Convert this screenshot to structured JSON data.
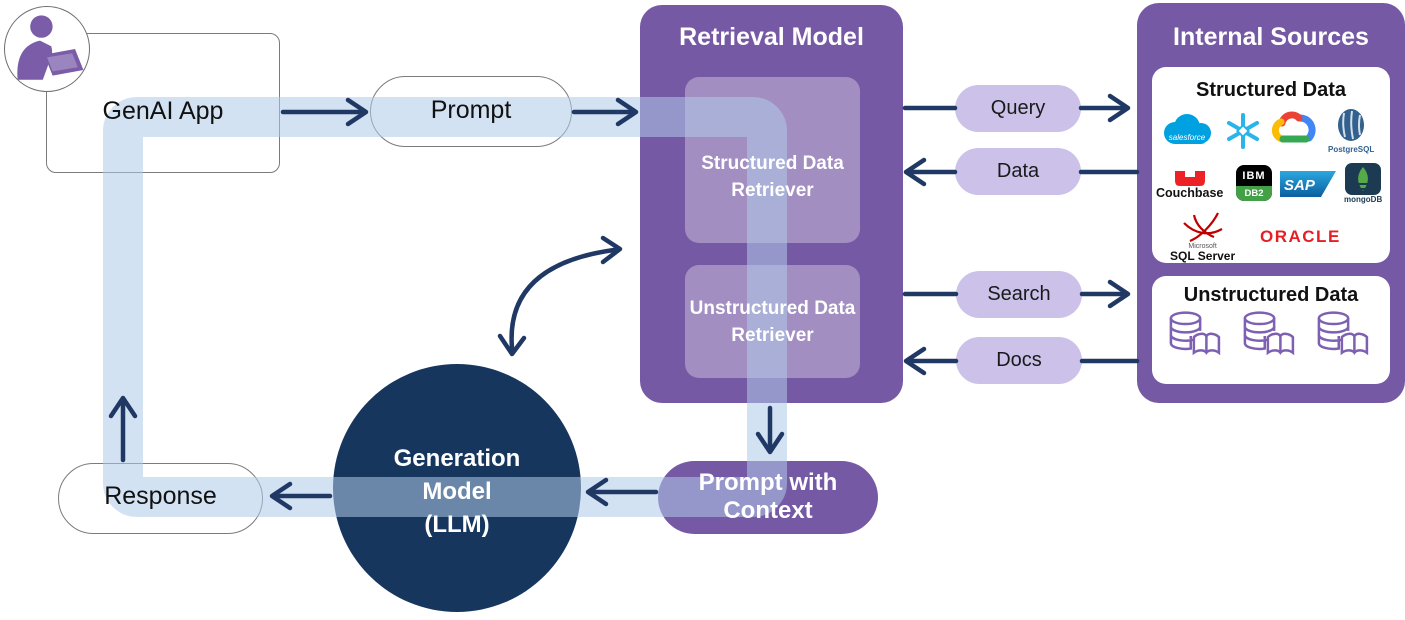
{
  "nodes": {
    "genai_app": {
      "label": "GenAI App"
    },
    "prompt": {
      "label": "Prompt"
    },
    "retrieval_model": {
      "title": "Retrieval Model",
      "structured_retriever": "Structured Data Retriever",
      "unstructured_retriever": "Unstructured Data Retriever"
    },
    "internal_sources": {
      "title": "Internal Sources",
      "structured": {
        "title": "Structured Data",
        "logos": [
          {
            "name": "Salesforce",
            "text": "salesforce"
          },
          {
            "name": "Snowflake"
          },
          {
            "name": "Google Cloud"
          },
          {
            "name": "PostgreSQL",
            "label": "PostgreSQL"
          },
          {
            "name": "Couchbase",
            "label": "Couchbase"
          },
          {
            "name": "IBM DB2",
            "text_top": "IBM",
            "text_bottom": "DB2"
          },
          {
            "name": "SAP",
            "text": "SAP"
          },
          {
            "name": "MongoDB",
            "label": "mongoDB"
          },
          {
            "name": "Microsoft SQL Server",
            "text_top": "Microsoft",
            "text_bottom": "SQL Server"
          },
          {
            "name": "Oracle",
            "text": "ORACLE"
          }
        ]
      },
      "unstructured": {
        "title": "Unstructured Data"
      }
    },
    "generation_model": {
      "line1": "Generation",
      "line2": "Model",
      "line3": "(LLM)"
    },
    "prompt_with_context": {
      "label": "Prompt with Context"
    },
    "response": {
      "label": "Response"
    }
  },
  "connectors": {
    "query": "Query",
    "data": "Data",
    "search": "Search",
    "docs": "Docs"
  },
  "colors": {
    "purple_box": "#7659A4",
    "inner_panel": "rgba(255,255,255,0.32)",
    "lavender_pill": "#CBC1E9",
    "navy_arrow": "#1F3864",
    "generation_circle": "#17365D",
    "flow_band": "#D9E7F5",
    "salesforce_blue": "#00A1E0",
    "snowflake_blue": "#29B5E8",
    "couchbase_red": "#ED2226",
    "oracle_red": "#E81E25",
    "mongodb_green": "#55AB47",
    "sap_blue": "#0D77BE",
    "postgres_blue": "#32608F"
  }
}
